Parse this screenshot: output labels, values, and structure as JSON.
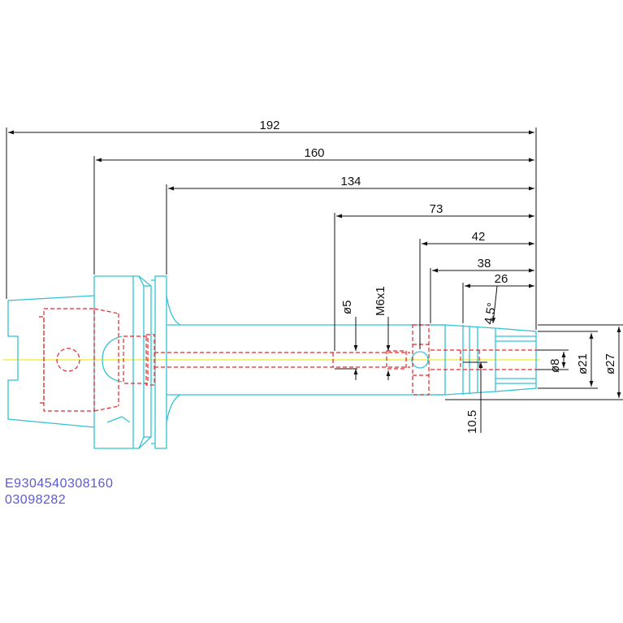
{
  "colors": {
    "outline": "#33c3d4",
    "hidden": "#e0282c",
    "centerline": "#f2ee4a",
    "dimension": "#111111",
    "code": "#5a5ad8",
    "background": "#ffffff"
  },
  "dimensions": {
    "horizontal": {
      "d192": "192",
      "d160": "160",
      "d134": "134",
      "d73": "73",
      "d42": "42",
      "d38": "38",
      "d26": "26"
    },
    "vertical": {
      "d5": "ø5",
      "m6": "M6x1",
      "d8": "ø8",
      "d21": "ø21",
      "d27": "ø27",
      "d10_5": "10.5",
      "angle": "4.5°"
    }
  },
  "part_codes": {
    "line1": "E9304540308160",
    "line2": "03098282"
  }
}
